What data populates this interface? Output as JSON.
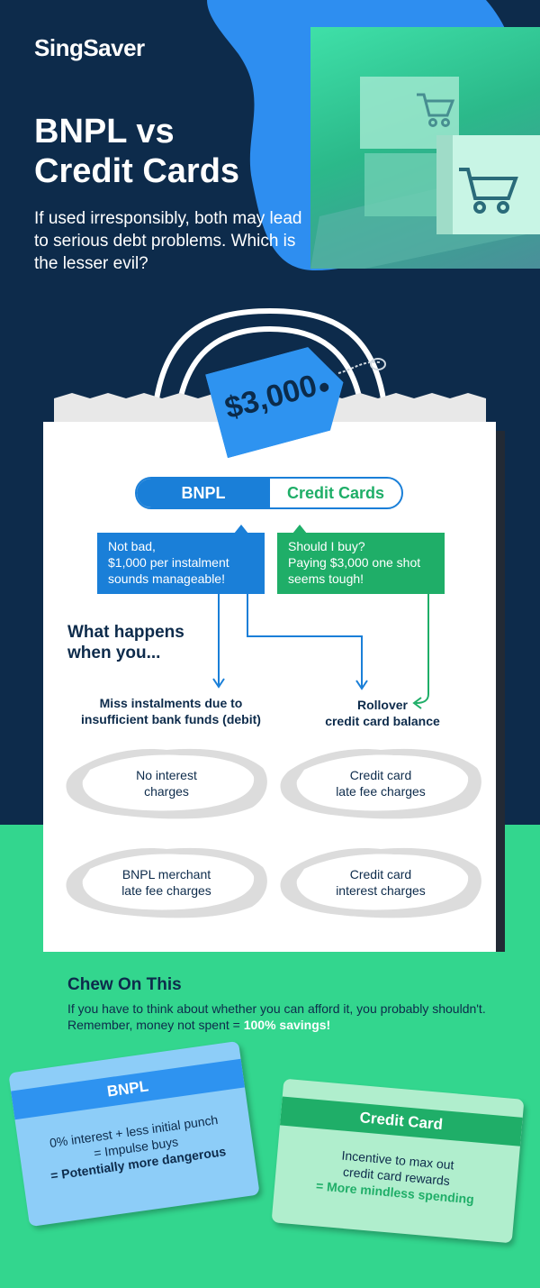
{
  "brand": {
    "logo": "SingSaver"
  },
  "hero": {
    "title_line1": "BNPL vs",
    "title_line2": "Credit Cards",
    "subtitle": "If used irresponsibly, both may lead to serious debt problems. Which is the lesser evil?"
  },
  "price_tag": "$3,000",
  "toggle": {
    "bnpl": "BNPL",
    "credit_cards": "Credit Cards"
  },
  "bubbles": {
    "bnpl_line1": "Not bad,",
    "bnpl_line2": "$1,000 per instalment",
    "bnpl_line3": "sounds manageable!",
    "cc_line1": "Should I buy?",
    "cc_line2": "Paying $3,000 one shot",
    "cc_line3": "seems tough!"
  },
  "what_happens": {
    "line1": "What happens",
    "line2": "when you..."
  },
  "scenarios": {
    "bnpl_line1": "Miss instalments due to",
    "bnpl_line2": "insufficient bank funds (debit)",
    "cc_line1": "Rollover",
    "cc_line2": "credit card balance"
  },
  "outcomes": {
    "bnpl_1_line1": "No interest",
    "bnpl_1_line2": "charges",
    "cc_1_line1": "Credit card",
    "cc_1_line2": "late fee charges",
    "bnpl_2_line1": "BNPL merchant",
    "bnpl_2_line2": "late fee charges",
    "cc_2_line1": "Credit card",
    "cc_2_line2": "interest charges"
  },
  "chew": {
    "title": "Chew On This",
    "body": "If you have to think about whether  you can afford it, you probably shouldn't. Remember, money not spent = ",
    "highlight": "100% savings!"
  },
  "cards": {
    "bnpl": {
      "title": "BNPL",
      "line1": "0% interest + less initial punch",
      "line2": "= Impulse buys",
      "line3": "= Potentially more dangerous"
    },
    "cc": {
      "title": "Credit Card",
      "line1": "Incentive to max out",
      "line2": "credit card rewards",
      "line3": "= More mindless spending"
    }
  },
  "colors": {
    "navy": "#0d2b4b",
    "blue": "#1a7fd8",
    "green": "#1fae68",
    "mint": "#33d68e",
    "light_blue": "#8dcdf8"
  }
}
